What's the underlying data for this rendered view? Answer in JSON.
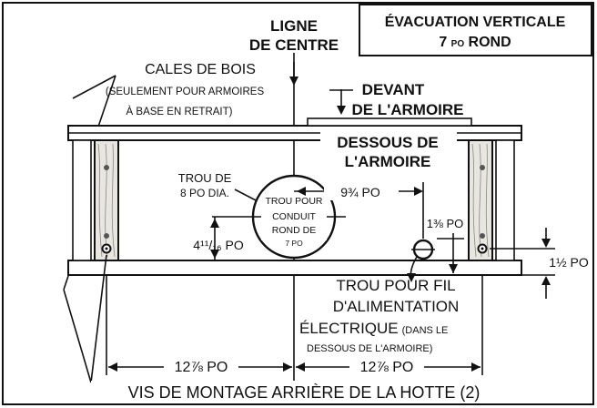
{
  "title": {
    "line1": "ÉVACUATION VERTICALE",
    "line2_a": "7 ",
    "line2_b": "PO",
    "line2_c": " ROND"
  },
  "centerline": {
    "line1": "LIGNE",
    "line2": "DE CENTRE"
  },
  "wood_shims": {
    "line1": "CALES DE BOIS",
    "line2": "(SEULEMENT POUR ARMOIRES",
    "line3": "À BASE EN RETRAIT)"
  },
  "cabinet_front": {
    "line1": "DEVANT",
    "line2": "DE L'ARMOIRE"
  },
  "cabinet_bottom": {
    "line1": "DESSOUS DE",
    "line2": "L'ARMOIRE"
  },
  "hole_8in": {
    "line1": "TROU DE",
    "line2": "8 PO DIA."
  },
  "duct_hole": {
    "line1": "TROU POUR",
    "line2": "CONDUIT",
    "line3": "ROND DE",
    "line4": "7 PO"
  },
  "dims": {
    "d_9_3_4": "9¾ PO",
    "d_1_3_8": "1⅜ PO",
    "d_4_11_16": "4¹¹/₁₆ PO",
    "d_1_1_2": "1½ PO",
    "d_12_7_8_left": "12⅞ PO",
    "d_12_7_8_right": "12⅞ PO"
  },
  "wire_hole": {
    "line1": "TROU POUR FIL",
    "line2": "D'ALIMENTATION",
    "line3": "ÉLECTRIQUE",
    "line4": "(DANS LE",
    "line5": "DESSOUS DE L'ARMOIRE)"
  },
  "screws": {
    "label": "VIS DE MONTAGE ARRIÈRE DE LA HOTTE (2)"
  }
}
